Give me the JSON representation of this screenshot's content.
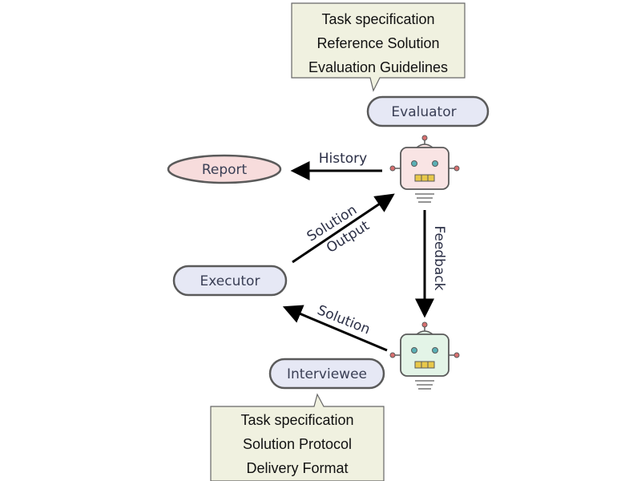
{
  "evaluator_note": {
    "lines": [
      "Task specification",
      "Reference Solution",
      "Evaluation Guidelines"
    ],
    "fill": "#f0f1e0"
  },
  "interviewee_note": {
    "lines": [
      "Task specification",
      "Solution Protocol",
      "Delivery Format"
    ],
    "fill": "#f0f1e0"
  },
  "nodes": {
    "evaluator": "Evaluator",
    "report": "Report",
    "executor": "Executor",
    "interviewee": "Interviewee"
  },
  "edges": {
    "history": "History",
    "solution_output_1": "Solution",
    "solution_output_2": "Output",
    "feedback": "Feedback",
    "solution": "Solution"
  },
  "colors": {
    "node_fill": "#e6e8f5",
    "report_fill": "#f7dcdc",
    "evaluator_robot": "#f9e4e4",
    "interviewee_robot": "#e3f4e7",
    "robot_outline": "#5a5a5a",
    "robot_eye": "#5ab0b5",
    "robot_mouth": "#e8c84a",
    "robot_antenna": "#d97070",
    "arrow": "#000000"
  },
  "icons": [
    "robot-icon",
    "robot-icon"
  ]
}
